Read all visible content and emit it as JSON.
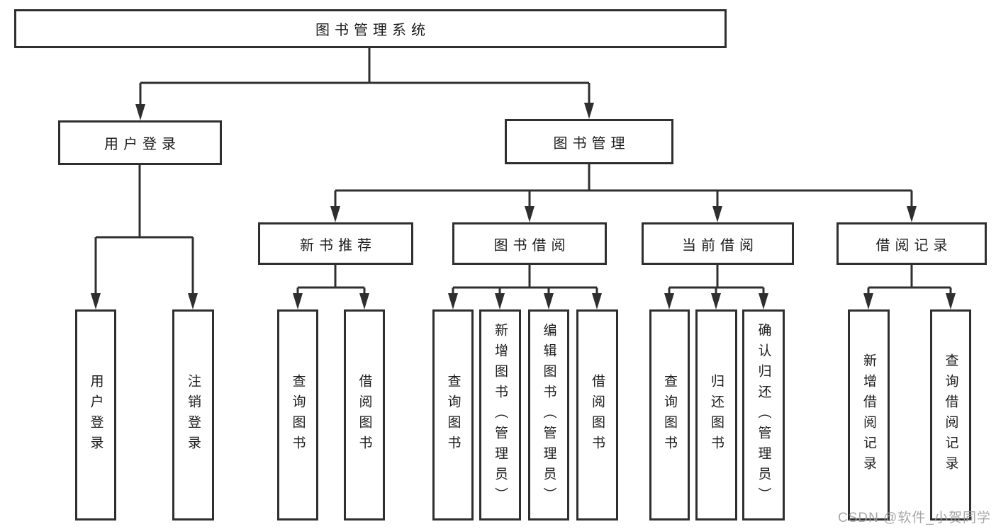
{
  "tree": {
    "label": "图书管理系统",
    "children": [
      {
        "label": "用户登录",
        "children": [
          {
            "label": "用户登录"
          },
          {
            "label": "注销登录"
          }
        ]
      },
      {
        "label": "图书管理",
        "children": [
          {
            "label": "新书推荐",
            "children": [
              {
                "label": "查询图书"
              },
              {
                "label": "借阅图书"
              }
            ]
          },
          {
            "label": "图书借阅",
            "children": [
              {
                "label": "查询图书"
              },
              {
                "label": "新增图书（管理员）"
              },
              {
                "label": "编辑图书（管理员）"
              },
              {
                "label": "借阅图书"
              }
            ]
          },
          {
            "label": "当前借阅",
            "children": [
              {
                "label": "查询图书"
              },
              {
                "label": "归还图书"
              },
              {
                "label": "确认归还（管理员）"
              }
            ]
          },
          {
            "label": "借阅记录",
            "children": [
              {
                "label": "新增借阅记录"
              },
              {
                "label": "查询借阅记录"
              }
            ]
          }
        ]
      }
    ]
  },
  "watermark": {
    "text": "CSDN @软件_小贺同学"
  },
  "colors": {
    "line": "#2f2f2f",
    "text": "#1c1c1c",
    "background": "#ffffff",
    "watermark": "#9c9c9c"
  }
}
